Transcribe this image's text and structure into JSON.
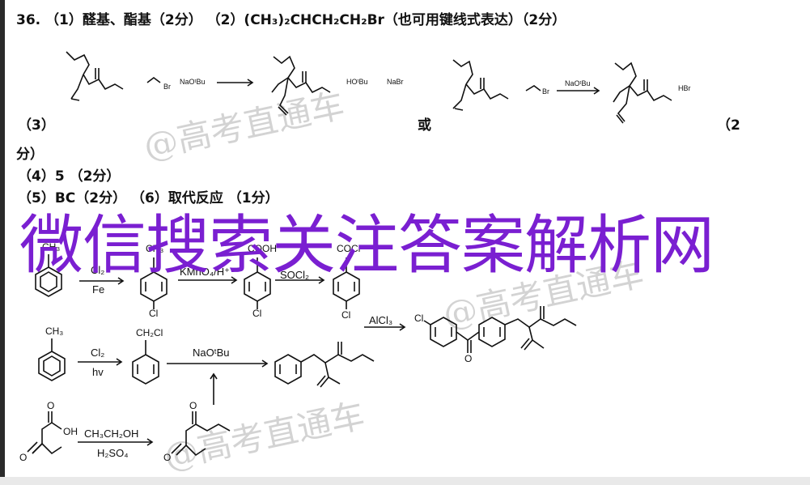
{
  "q36_header": "36. （1）醛基、酯基（2分）   （2）(CH₃)₂CHCH₂CH₂Br（也可用键线式表达）（2分）",
  "part3": {
    "label": "（3）",
    "or": "或",
    "score_open": "（2",
    "score_close": "分）",
    "reagents_a": [
      "Br",
      "NaOᵗBu",
      "HOᵗBu",
      "NaBr"
    ],
    "reagents_b": [
      "Br",
      "NaOᵗBu",
      "HBr"
    ]
  },
  "part4": "（4）5 （2分）",
  "part5_6": "（5）BC（2分）  （6）取代反应 （1分）",
  "watermark": "@高考直通车",
  "banner": "微信搜索关注答案解析网",
  "synthesis": {
    "row1": {
      "start": "CH₃",
      "step1": [
        "Cl₂",
        "Fe"
      ],
      "int1": [
        "CH₃",
        "Cl"
      ],
      "step2": [
        "KMnO₄/H⁺"
      ],
      "int2": [
        "COOH",
        "Cl"
      ],
      "step3": [
        "SOCl₂"
      ],
      "int3": [
        "COCl",
        "Cl"
      ],
      "step4": [
        "AlCl₃"
      ]
    },
    "row2": {
      "start": "CH₃",
      "step1": [
        "Cl₂",
        "hv"
      ],
      "int1": "CH₂Cl",
      "step2": [
        "NaOᵗBu"
      ],
      "product_cl": "Cl",
      "product_o": "O"
    },
    "row3": {
      "acid_oh": "OH",
      "acid_o1": "O",
      "acid_o2": "O",
      "step": [
        "CH₃CH₂OH",
        "H₂SO₄"
      ],
      "ester_o1": "O",
      "ester_o2": "O"
    }
  }
}
